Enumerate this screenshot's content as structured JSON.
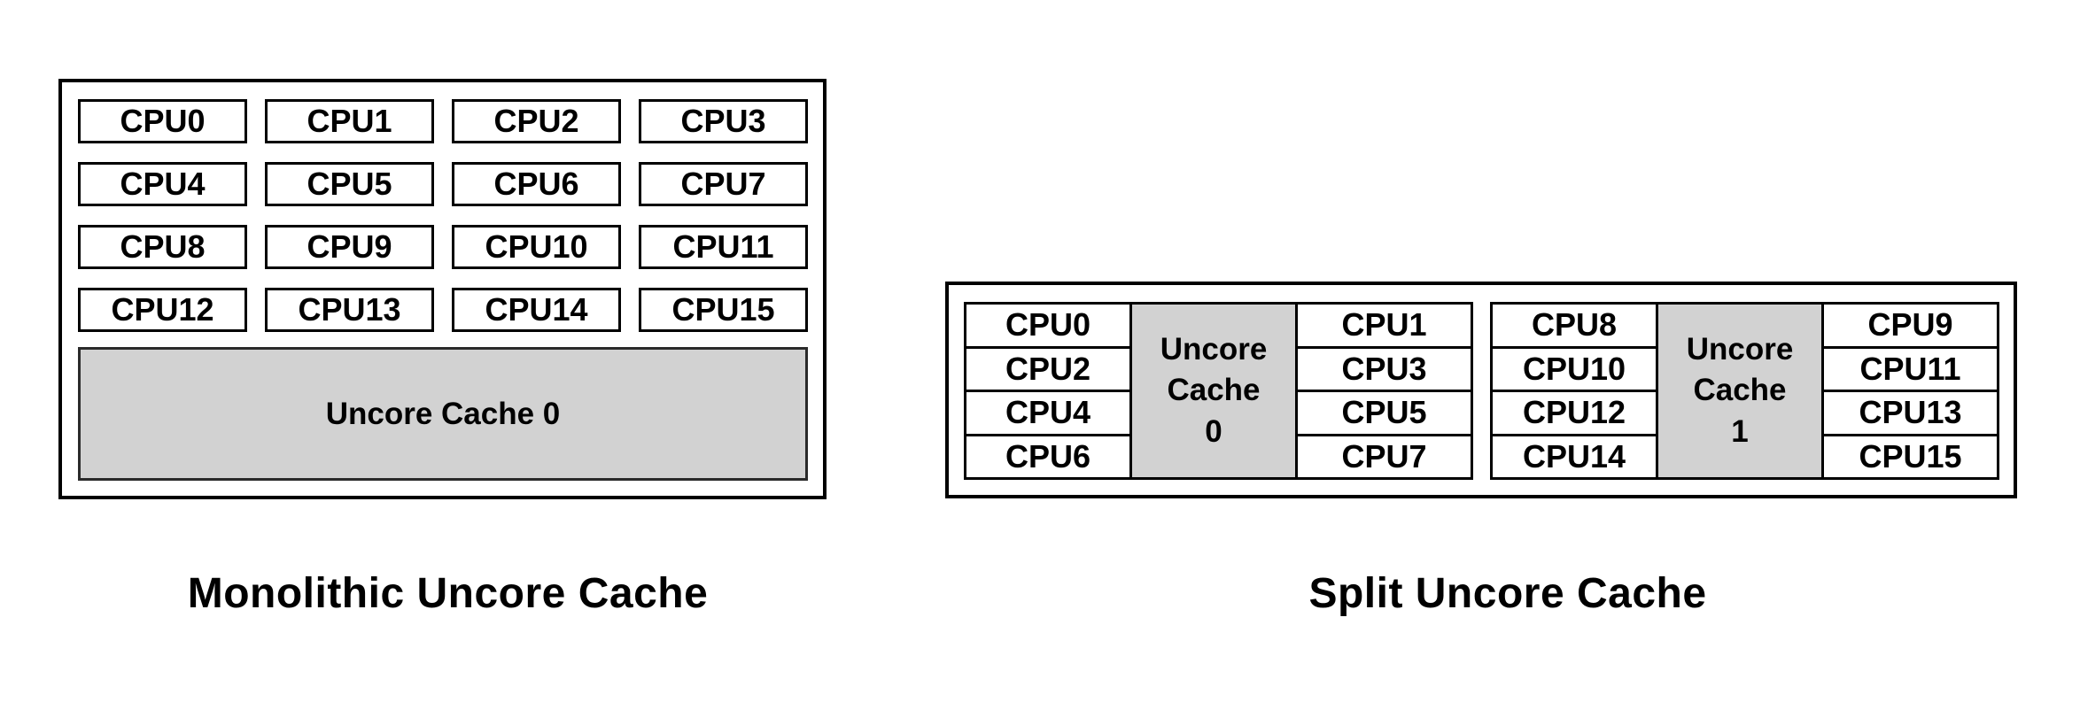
{
  "colors": {
    "cache_fill": "#d2d2d2",
    "border": "#000000",
    "text": "#000000",
    "background": "#ffffff"
  },
  "monolithic": {
    "caption": "Monolithic Uncore Cache",
    "cache_label": "Uncore Cache 0",
    "cpus": [
      "CPU0",
      "CPU1",
      "CPU2",
      "CPU3",
      "CPU4",
      "CPU5",
      "CPU6",
      "CPU7",
      "CPU8",
      "CPU9",
      "CPU10",
      "CPU11",
      "CPU12",
      "CPU13",
      "CPU14",
      "CPU15"
    ]
  },
  "split": {
    "caption": "Split Uncore Cache",
    "groups": [
      {
        "left": [
          "CPU0",
          "CPU2",
          "CPU4",
          "CPU6"
        ],
        "cache_label": "Uncore\nCache\n0",
        "right": [
          "CPU1",
          "CPU3",
          "CPU5",
          "CPU7"
        ]
      },
      {
        "left": [
          "CPU8",
          "CPU10",
          "CPU12",
          "CPU14"
        ],
        "cache_label": "Uncore\nCache\n1",
        "right": [
          "CPU9",
          "CPU11",
          "CPU13",
          "CPU15"
        ]
      }
    ]
  }
}
